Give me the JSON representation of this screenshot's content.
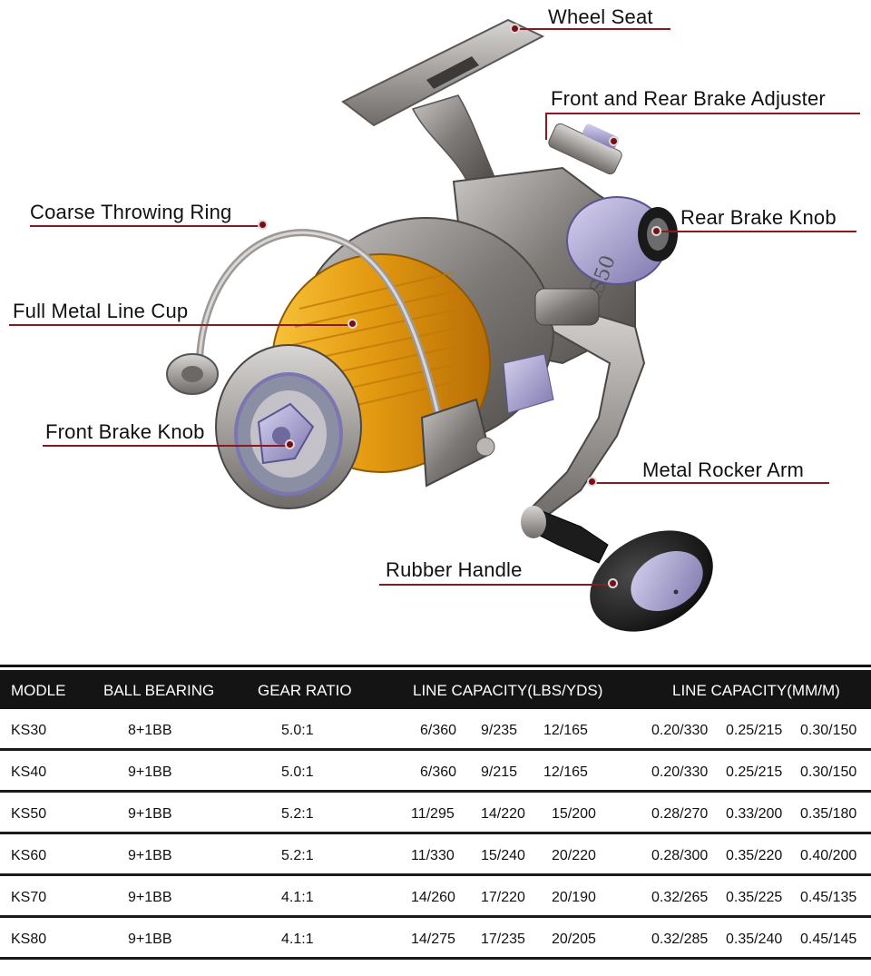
{
  "callouts": {
    "wheel_seat": "Wheel Seat",
    "brake_adjuster": "Front and Rear Brake Adjuster",
    "throwing_ring": "Coarse Throwing Ring",
    "rear_brake_knob": "Rear Brake Knob",
    "line_cup": "Full Metal Line Cup",
    "front_brake_knob": "Front Brake Knob",
    "rocker_arm": "Metal Rocker Arm",
    "rubber_handle": "Rubber Handle"
  },
  "reel": {
    "model_marking": "KS50"
  },
  "table": {
    "headers": {
      "model": "MODLE",
      "ball_bearing": "BALL BEARING",
      "gear_ratio": "GEAR RATIO",
      "lbs_yds": "LINE CAPACITY(LBS/YDS)",
      "mm_m": "LINE CAPACITY(MM/M)"
    },
    "rows": [
      {
        "model": "KS30",
        "bearing": "8+1BB",
        "ratio": "5.0:1",
        "lbs": [
          "6/360",
          "9/235",
          "12/165"
        ],
        "mm": [
          "0.20/330",
          "0.25/215",
          "0.30/150"
        ]
      },
      {
        "model": "KS40",
        "bearing": "9+1BB",
        "ratio": "5.0:1",
        "lbs": [
          "6/360",
          "9/215",
          "12/165"
        ],
        "mm": [
          "0.20/330",
          "0.25/215",
          "0.30/150"
        ]
      },
      {
        "model": "KS50",
        "bearing": "9+1BB",
        "ratio": "5.2:1",
        "lbs": [
          "11/295",
          "14/220",
          "15/200"
        ],
        "mm": [
          "0.28/270",
          "0.33/200",
          "0.35/180"
        ]
      },
      {
        "model": "KS60",
        "bearing": "9+1BB",
        "ratio": "5.2:1",
        "lbs": [
          "11/330",
          "15/240",
          "20/220"
        ],
        "mm": [
          "0.28/300",
          "0.35/220",
          "0.40/200"
        ]
      },
      {
        "model": "KS70",
        "bearing": "9+1BB",
        "ratio": "4.1:1",
        "lbs": [
          "14/260",
          "17/220",
          "20/190"
        ],
        "mm": [
          "0.32/265",
          "0.35/225",
          "0.45/135"
        ]
      },
      {
        "model": "KS80",
        "bearing": "9+1BB",
        "ratio": "4.1:1",
        "lbs": [
          "14/275",
          "17/235",
          "20/205"
        ],
        "mm": [
          "0.32/285",
          "0.35/240",
          "0.45/145"
        ]
      }
    ]
  },
  "colors": {
    "callout_line": "#8a1a22",
    "callout_dot": "#7a0e18",
    "header_bg": "#141414",
    "spool_gold": "#e8a21a",
    "metal_gray": "#8d8a88",
    "trim_purple": "#a9a2d6"
  }
}
